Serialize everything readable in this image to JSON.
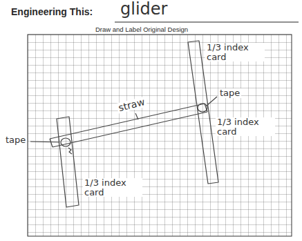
{
  "diagram": {
    "title": "Engineering This:",
    "labels": [
      "glider",
      "Draw and Label Original Design",
      "straw",
      "1/3 index card",
      "tape",
      "1/3 index card",
      "tape",
      "1/3 index card"
    ]
  }
}
